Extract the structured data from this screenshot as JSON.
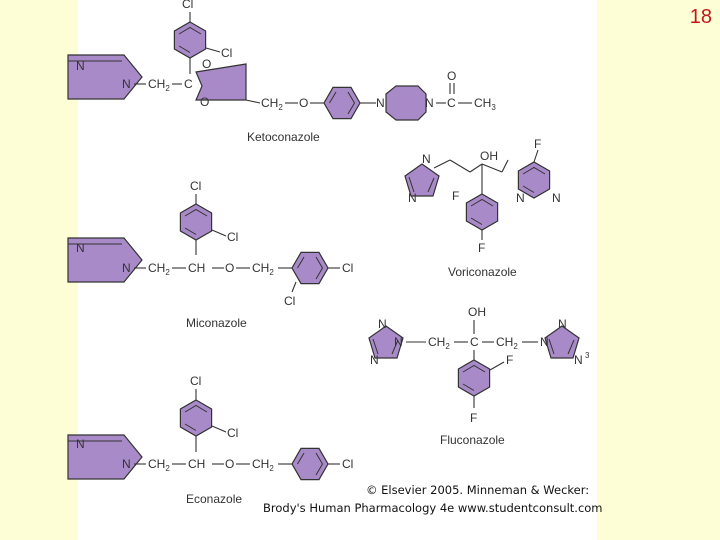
{
  "slide": {
    "number": "18"
  },
  "diagram": {
    "title": "",
    "colors": {
      "ring_fill": "#a98ac9",
      "background": "#fdfdd6",
      "panel": "#ffffff",
      "slide_number": "#c01818"
    },
    "compounds": [
      {
        "name": "Ketoconazole"
      },
      {
        "name": "Voriconazole"
      },
      {
        "name": "Miconazole"
      },
      {
        "name": "Fluconazole"
      },
      {
        "name": "Econazole"
      }
    ],
    "atoms": {
      "cl": "Cl",
      "c": "C",
      "o": "O",
      "n": "N",
      "ch": "CH",
      "ch2": "CH",
      "ch3": "CH",
      "oh": "OH",
      "f": "F",
      "sub2": "2",
      "sub3": "3",
      "three": "3"
    },
    "credit": {
      "line1": "© Elsevier 2005. Minneman & Wecker:",
      "line2": "Brody's Human Pharmacology 4e www.studentconsult.com"
    }
  }
}
